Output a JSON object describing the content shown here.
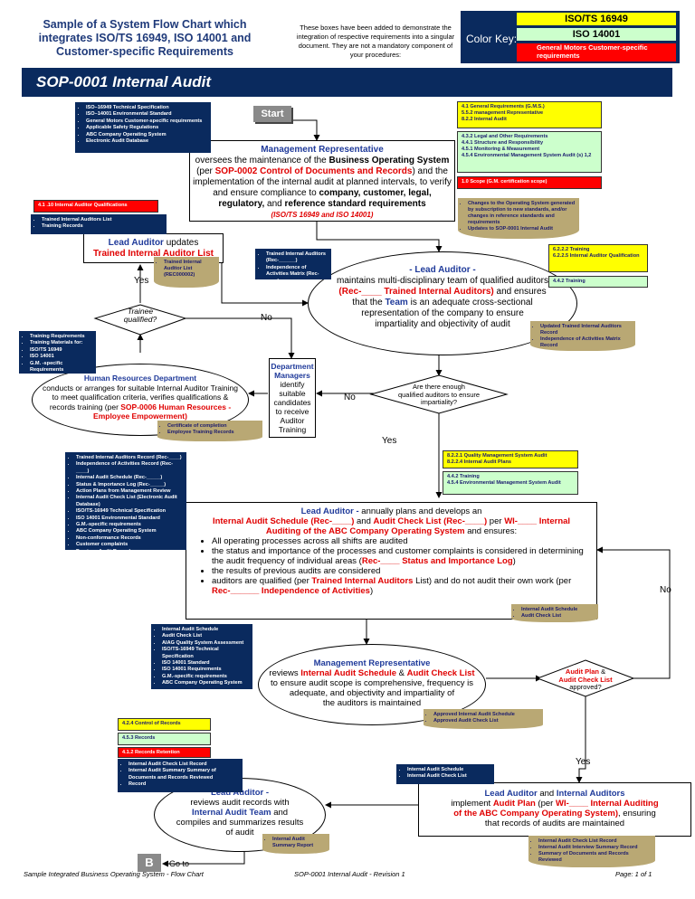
{
  "header": {
    "title": "Sample of a System Flow Chart which integrates ISO/TS 16949, ISO 14001 and Customer-specific Requirements",
    "note": "These boxes have been added to demonstrate the integration of respective requirements into a singular document. They are not a mandatory component of your procedures:",
    "color_key_label": "Color Key:",
    "key_iso_ts": "ISO/TS 16949",
    "key_iso_14001": "ISO 14001",
    "key_gm": "General Motors Customer-specific requirements"
  },
  "banner": "SOP-0001 Internal Audit",
  "start": "Start",
  "nodes": {
    "mgmt_rep": {
      "title": "Management Representative",
      "l1": "oversees the maintenance of the ",
      "l1b": "Business Operating System",
      "l2a": "(per ",
      "l2r": "SOP-0002 Control of Documents and Records",
      "l2b": ") and the",
      "l3": "implementation of the internal audit at planned intervals, to verify",
      "l4a": "and ensure compliance to ",
      "l4b": "company, customer, legal,",
      "l5b": "regulatory,",
      "l5a": " and ",
      "l5c": "reference standard requirements",
      "l6": "(ISO/TS 16949 and ISO 14001)"
    },
    "lead_upd": {
      "title": "Lead Auditor",
      "t2": " updates",
      "t3": "Trained Internal Auditor List"
    },
    "lead_main": {
      "title": "- Lead Auditor -",
      "l1": "maintains multi-disciplinary team of qualified auditors",
      "l2r": "(Rec-____ Trained Internal Auditors)",
      "l2": " and ensures",
      "l3a": "that the ",
      "l3b": "Team",
      "l3c": " is an adequate cross-sectional",
      "l4": "representation of the company to ensure",
      "l5": "impartiality and objectivity of audit"
    },
    "trainee": {
      "l1": "Trainee",
      "l2": "qualified?"
    },
    "dept": {
      "title": "Department Managers",
      "body": "identify suitable candidates to receive Auditor Training"
    },
    "hr": {
      "title": "Human Resources Department",
      "l1": "conducts or arranges for suitable Internal Auditor Training",
      "l2": "to meet qualification criteria, verifies qualifications &",
      "l3a": "records training (per ",
      "l3r": "SOP-0006 Human Resources -",
      "l4r": "Employee Empowerment)"
    },
    "enough": {
      "l1": "Are there enough",
      "l2": "qualified auditors to ensure",
      "l3": "impartiality?"
    },
    "plan": {
      "title": "Lead Auditor -",
      "t1": " annually plans and develops an",
      "r1": "Internal Audit Schedule (Rec-____)",
      "a1": " and ",
      "r2": "Audit Check List (Rec-____)",
      "a2": " per ",
      "r3": "WI-____ Internal",
      "r4": "Auditing of the ABC Company Operating System",
      "a3": " and ensures:",
      "b1": "All operating processes across all shifts are audited",
      "b2a": "the status and importance of the processes and customer complaints is considered in determining the audit frequency of individual areas (",
      "b2r": "Rec-____ Status and Importance Log",
      "b2b": ")",
      "b3": "the results of previous audits are considered",
      "b4a": "auditors are qualified (per ",
      "b4r": "Trained Internal Auditors",
      "b4b": " List) and do not audit their own work (per ",
      "b4r2": "Rec-______ Independence of Activities",
      "b4c": ")"
    },
    "review": {
      "title": "Management Representative",
      "l1a": "reviews ",
      "l1r": "Internal Audit Schedule",
      "l1b": " & ",
      "l1r2": "Audit Check List",
      "l2": "to ensure audit scope is comprehensive, frequency is",
      "l3": "adequate, and objectivity and impartiality of",
      "l4": "the auditors is maintained"
    },
    "approved": {
      "r": "Audit Plan",
      "a": " &",
      "r2": "Audit Check List",
      "l3": "approved?"
    },
    "implement": {
      "t1": "Lead Auditor",
      "a1": " and ",
      "t2": "Internal Auditors",
      "l2a": "implement ",
      "l2r": "Audit Plan",
      "l2b": " (per ",
      "l2r2": "WI-____ Internal Auditing",
      "l3r": "of the ABC Company Operating System)",
      "l3b": ", ensuring",
      "l4": "that records of audits are maintained"
    },
    "reviews_rec": {
      "title": "Lead Auditor -",
      "l1": "reviews audit records with",
      "l2": "Internal Audit Team",
      "l2b": " and",
      "l3": "compiles and summarizes results",
      "l4": "of audit"
    }
  },
  "labels": {
    "yes1": "Yes",
    "no1": "No",
    "no2": "No",
    "yes2": "Yes",
    "no3": "No",
    "yes3": "Yes",
    "goto": "Go to",
    "b": "B"
  },
  "navy_boxes": {
    "n1": [
      "ISO–16949 Technical Specification",
      "ISO–14001 Environmental Standard",
      "General Motors Customer-specific requirements",
      "Applicable Safety Regulations",
      "ABC Company Operating System",
      "Electronic Audit Database"
    ],
    "n2": [
      "Trained Internal Auditors List",
      "Training Records"
    ],
    "n3": [
      "Trained Internal Auditors (Rec-______)",
      "Independence of Activities Matrix (Rec-____)"
    ],
    "n4": [
      "Training Requirements",
      "Training Materials for:",
      "ISO/TS 16949",
      "ISO 14001",
      "G.M. -specific Requirements"
    ],
    "n5": [
      "Trained Internal Auditors Record (Rec-____)",
      "Independence of Activities Record (Rec-____)",
      "Internal Audit Schedule (Rec-_____)",
      "Status & Importance Log (Rec-_____)",
      "Action Plans from Management Review",
      "Internal Audit Check List (Electronic Audit Database)",
      "ISO/TS-16949 Technical Specification",
      "ISO 14001 Environmental Standard",
      "G.M.-specific requirements",
      "ABC Company Operating System",
      "Non-conformance Records",
      "Customer complaints",
      "Previous Audit Records"
    ],
    "n6": [
      "Internal Audit Schedule",
      "Audit Check List",
      "AIAG Quality System Assessment",
      "ISO/TS-16949 Technical Specification",
      "ISO 14001 Standard",
      "ISO 14001 Requirements",
      "G.M.-specific requirements",
      "ABC Company Operating System"
    ],
    "n7": [
      "Internal Audit Check List Record",
      "Internal Audit Summary Summary of Documents and Records Reviewed",
      "Record"
    ],
    "n8": [
      "Internal Audit Schedule",
      "Internal Audit Check List"
    ]
  },
  "tan_boxes": {
    "t1": [
      "Changes to the Operating System generated by subscription to new standards, and/or changes in reference standards and requirements",
      "Updates to SOP-0001 Internal Audit"
    ],
    "t2": [
      "Trained Internal Auditor List (REC000002)"
    ],
    "t3": [
      "Updated Trained Internal Auditors Record",
      "Independence of Activities Matrix Record"
    ],
    "t4": [
      "Certificate of completion",
      "Employee Training Records"
    ],
    "t5": [
      "Internal Audit Schedule",
      "Audit Check List"
    ],
    "t6": [
      "Approved Internal Audit Schedule",
      "Approved Audit Check List"
    ],
    "t7": [
      "Internal Audit Summary Report"
    ],
    "t8": [
      "Internal Audit Check List Record",
      "Internal Audit Interview Summary Record",
      "Summary of Documents and Records Reviewed"
    ]
  },
  "std_boxes": {
    "s1": "4.1 General Requirements (G.M.S.)\n5.5.2 management Representative\n8.2.2 Internal Audit",
    "s2": "4.3.2 Legal and Other Requirements\n4.4.1 Structure and Responsibility\n4.5.1 Monitoring & Measurement\n4.5.4 Environmental Management System Audit (s) 1,2",
    "s3": "1.0 Scope (G.M. certification scope)",
    "s4": "4.1 .10 Internal Auditor Qualifications",
    "s5": "6.2.2.2 Training\n6.2.2.5 Internal Auditor Qualification",
    "s6": "4.4.2 Training",
    "s7": "8.2.2.1 Quality Management System Audit\n8.2.2.4 Internal Audit Plans",
    "s8": "4.4.2 Training\n4.5.4 Environmental Management System Audit",
    "s9": "4.2.4 Control of Records",
    "s10": "4.5.3 Records",
    "s11": "4.1.2 Records Retention"
  },
  "footer": {
    "left": "Sample Integrated Business Operating System - Flow Chart",
    "mid": "SOP-0001 Internal Audit - Revision 1",
    "right": "Page: 1 of 1"
  }
}
